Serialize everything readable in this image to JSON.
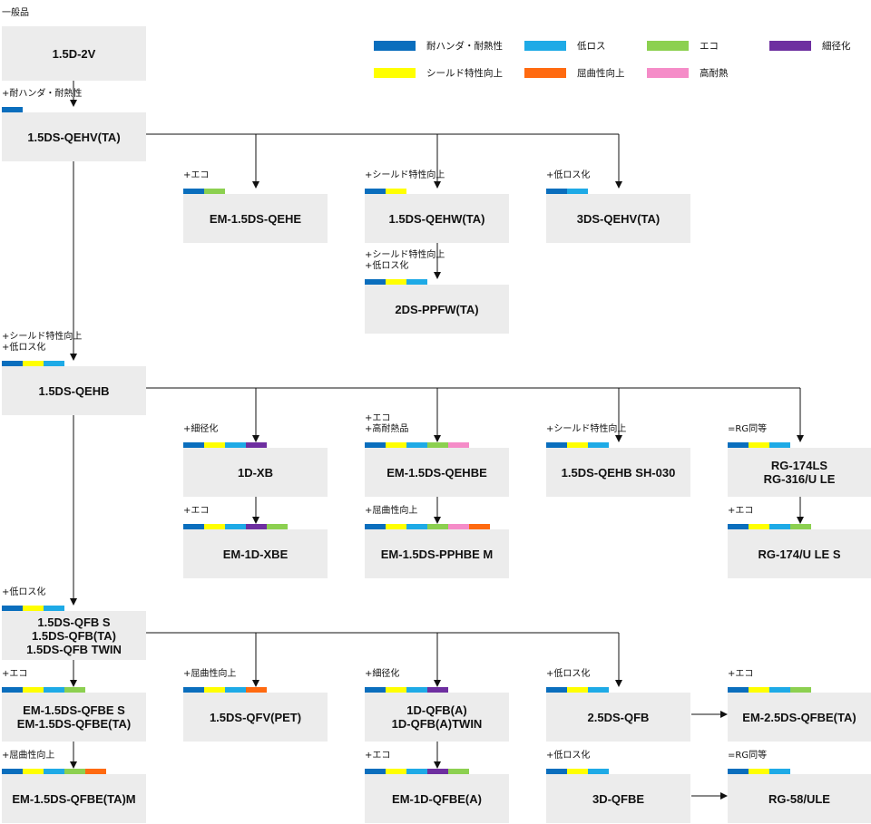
{
  "colors": {
    "solder": "#0a6ebd",
    "lowloss": "#1eaae6",
    "eco": "#8cd050",
    "thin": "#6e2fa0",
    "shield": "#ffff00",
    "bend": "#ff6a10",
    "heat": "#f58cc8"
  },
  "legend": [
    {
      "label": "耐ハンダ・耐熱性",
      "color": "solder"
    },
    {
      "label": "低ロス",
      "color": "lowloss"
    },
    {
      "label": "エコ",
      "color": "eco"
    },
    {
      "label": "細径化",
      "color": "thin"
    },
    {
      "label": "シールド特性向上",
      "color": "shield"
    },
    {
      "label": "屈曲性向上",
      "color": "bend"
    },
    {
      "label": "高耐熱",
      "color": "heat"
    }
  ],
  "nodes": {
    "n_15d2v": {
      "name": "1.5D-2V",
      "label": "一般品",
      "bars": []
    },
    "n_qehv": {
      "name": "1.5DS-QEHV(TA)",
      "label": "+耐ハンダ・耐熱性",
      "bars": [
        "solder"
      ]
    },
    "n_emqehe": {
      "name": "EM-1.5DS-QEHE",
      "label": "+エコ",
      "bars": [
        "solder",
        "eco"
      ]
    },
    "n_qehw": {
      "name": "1.5DS-QEHW(TA)",
      "label": "+シールド特性向上",
      "bars": [
        "solder",
        "shield"
      ]
    },
    "n_3dqehv": {
      "name": "3DS-QEHV(TA)",
      "label": "+低ロス化",
      "bars": [
        "solder",
        "lowloss"
      ]
    },
    "n_ppfw": {
      "name": "2DS-PPFW(TA)",
      "label": "+シールド特性向上\n+低ロス化",
      "bars": [
        "solder",
        "shield",
        "lowloss"
      ]
    },
    "n_qehb": {
      "name": "1.5DS-QEHB",
      "label": "+シールド特性向上\n+低ロス化",
      "bars": [
        "solder",
        "shield",
        "lowloss"
      ]
    },
    "n_1dxb": {
      "name": "1D-XB",
      "label": "+細径化",
      "bars": [
        "solder",
        "shield",
        "lowloss",
        "thin"
      ]
    },
    "n_emqehbe": {
      "name": "EM-1.5DS-QEHBE",
      "label": "+エコ\n+高耐熱品",
      "bars": [
        "solder",
        "shield",
        "lowloss",
        "eco",
        "heat"
      ]
    },
    "n_sh030": {
      "name": "1.5DS-QEHB SH-030",
      "label": "+シールド特性向上",
      "bars": [
        "solder",
        "shield",
        "lowloss"
      ]
    },
    "n_rg174ls": {
      "name": "RG-174LS\nRG-316/U LE",
      "label": "=RG同等",
      "bars": [
        "solder",
        "shield",
        "lowloss"
      ]
    },
    "n_em1dxbe": {
      "name": "EM-1D-XBE",
      "label": "+エコ",
      "bars": [
        "solder",
        "shield",
        "lowloss",
        "thin",
        "eco"
      ]
    },
    "n_ppbhe": {
      "name": "EM-1.5DS-PPHBE M",
      "label": "+屈曲性向上",
      "bars": [
        "solder",
        "shield",
        "lowloss",
        "eco",
        "heat",
        "bend"
      ]
    },
    "n_rg174les": {
      "name": "RG-174/U LE S",
      "label": "+エコ",
      "bars": [
        "solder",
        "shield",
        "lowloss",
        "eco"
      ]
    },
    "n_qfb": {
      "name": "1.5DS-QFB S\n1.5DS-QFB(TA)\n1.5DS-QFB TWIN",
      "label": "+低ロス化",
      "bars": [
        "solder",
        "shield",
        "lowloss"
      ]
    },
    "n_emqfbe": {
      "name": "EM-1.5DS-QFBE S\nEM-1.5DS-QFBE(TA)",
      "label": "+エコ",
      "bars": [
        "solder",
        "shield",
        "lowloss",
        "eco"
      ]
    },
    "n_qfv": {
      "name": "1.5DS-QFV(PET)",
      "label": "+屈曲性向上",
      "bars": [
        "solder",
        "shield",
        "lowloss",
        "bend"
      ]
    },
    "n_1dqfb": {
      "name": "1D-QFB(A)\n1D-QFB(A)TWIN",
      "label": "+細径化",
      "bars": [
        "solder",
        "shield",
        "lowloss",
        "thin"
      ]
    },
    "n_25dqfb": {
      "name": "2.5DS-QFB",
      "label": "+低ロス化",
      "bars": [
        "solder",
        "shield",
        "lowloss"
      ]
    },
    "n_em25dqfbe": {
      "name": "EM-2.5DS-QFBE(TA)",
      "label": "+エコ",
      "bars": [
        "solder",
        "shield",
        "lowloss",
        "eco"
      ]
    },
    "n_emqfbetam": {
      "name": "EM-1.5DS-QFBE(TA)M",
      "label": "+屈曲性向上",
      "bars": [
        "solder",
        "shield",
        "lowloss",
        "eco",
        "bend"
      ]
    },
    "n_em1dqfbe": {
      "name": "EM-1D-QFBE(A)",
      "label": "+エコ",
      "bars": [
        "solder",
        "shield",
        "lowloss",
        "thin",
        "eco"
      ]
    },
    "n_3dqfbe": {
      "name": "3D-QFBE",
      "label": "+低ロス化",
      "bars": [
        "solder",
        "shield",
        "lowloss"
      ]
    },
    "n_rg58": {
      "name": "RG-58/ULE",
      "label": "=RG同等",
      "bars": [
        "solder",
        "shield",
        "lowloss"
      ]
    }
  }
}
